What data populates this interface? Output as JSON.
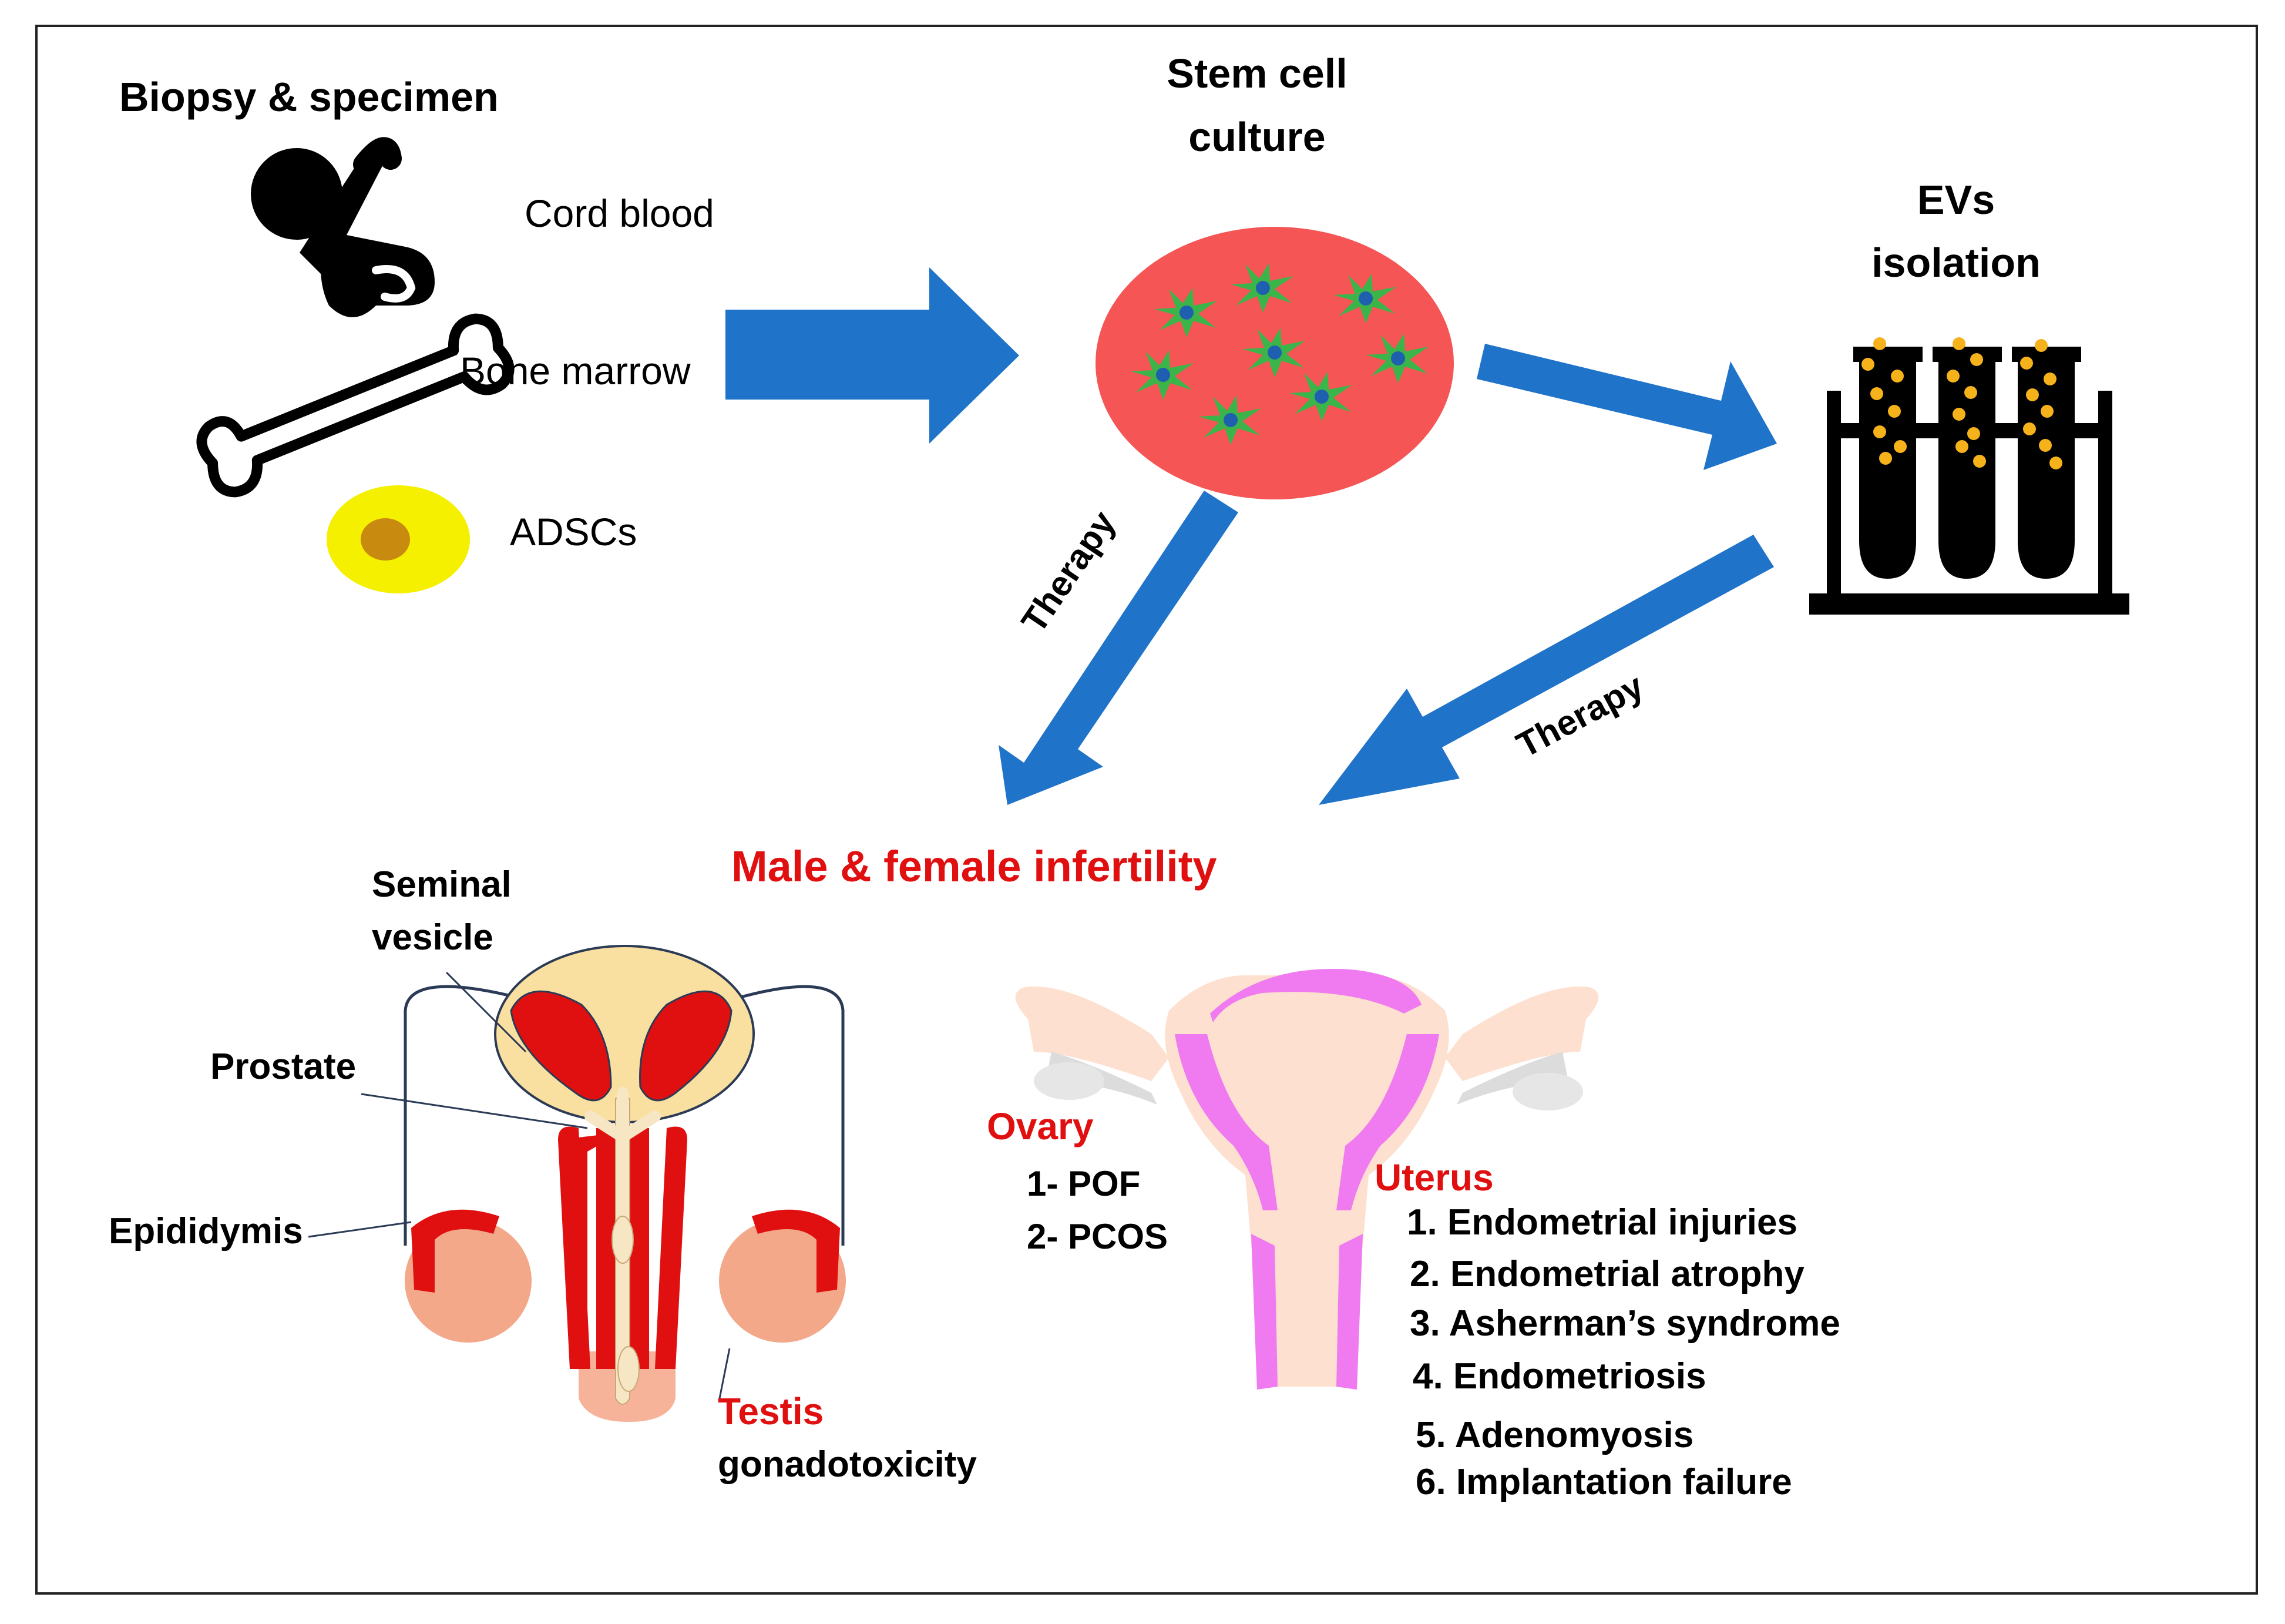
{
  "sources": {
    "title": "Biopsy & specimen",
    "items": [
      {
        "label": "Cord blood",
        "icon": "baby-icon"
      },
      {
        "label": "Bone marrow",
        "icon": "bone-icon"
      },
      {
        "label": "ADSCs",
        "icon": "adipose-cell-icon"
      }
    ]
  },
  "culture": {
    "title_line1": "Stem cell",
    "title_line2": "culture"
  },
  "evs": {
    "title_line1": "EVs",
    "title_line2": "isolation"
  },
  "arrows": {
    "therapy_left": "Therapy",
    "therapy_right": "Therapy"
  },
  "outcome": {
    "title": "Male & female infertility"
  },
  "male": {
    "seminal_line1": "Seminal",
    "seminal_line2": "vesicle",
    "prostate": "Prostate",
    "epididymis": "Epididymis",
    "testis": "Testis",
    "testis_condition": "gonadotoxicity"
  },
  "female": {
    "ovary": "Ovary",
    "ovary_items": [
      "1- POF",
      "2- PCOS"
    ],
    "uterus": "Uterus",
    "uterus_items": [
      "1. Endometrial injuries",
      "2. Endometrial atrophy",
      "3. Asherman’s syndrome",
      "4. Endometriosis",
      "5. Adenomyosis",
      "6. Implantation failure"
    ]
  },
  "colors": {
    "arrow_blue": "#1f73c8",
    "culture_dish": "#f55555",
    "cell_green": "#3bb54a",
    "cell_nucleus": "#1f5fb0",
    "adipose_yellow": "#f4f000",
    "adipose_nucleus": "#c98a10",
    "ev_gold": "#f6b21a",
    "label_red": "#e01010",
    "organ_red": "#e01010",
    "skin": "#f6b39a",
    "bladder": "#f9dfa0",
    "uterus_pink": "#f07af0",
    "uterus_peach": "#fde0cf"
  }
}
